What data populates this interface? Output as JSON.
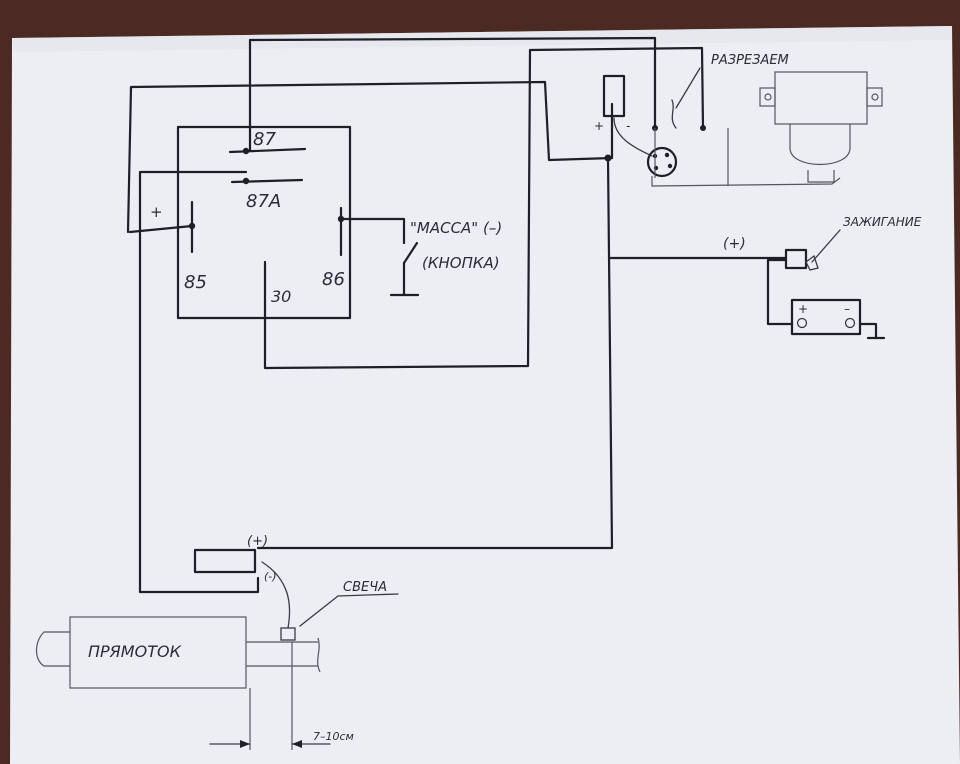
{
  "diagram": {
    "labels": {
      "cut": "РАЗРЕЗАЕМ",
      "relay_87": "87",
      "relay_87a": "87А",
      "relay_85": "85",
      "relay_86": "86",
      "relay_30": "30",
      "relay_plus": "+",
      "ground": "\"МАССА\" (–)",
      "button": "(КНОПКА)",
      "ignition": "ЗАЖИГАНИЕ",
      "ignition_plus": "(+)",
      "coil_plus": "+",
      "coil_minus": "-",
      "battery_plus": "+",
      "battery_minus": "–",
      "coil_top_plus": "(+)",
      "coil_side_minus": "(-)",
      "spark_plug": "СВЕЧА",
      "muffler": "ПРЯМОТОК",
      "distance": "7–10см"
    }
  },
  "colors": {
    "paper": "#eceef3",
    "ink": "#1f1f28",
    "background": "#4a2a22"
  }
}
